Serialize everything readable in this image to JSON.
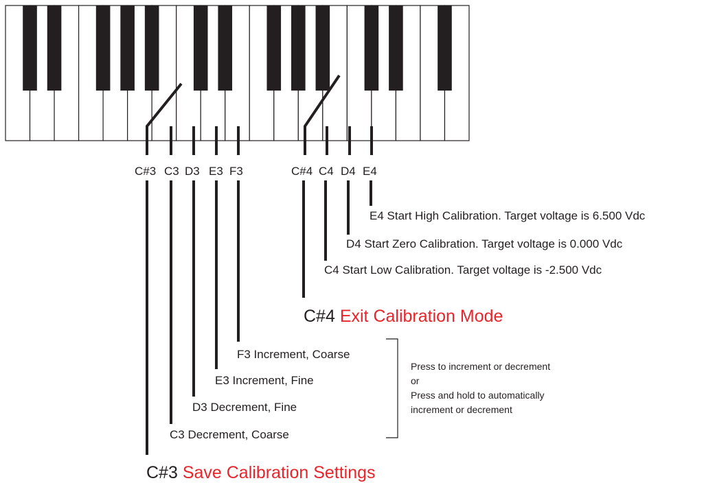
{
  "keyboard": {
    "white_key_count": 19,
    "black_key_pattern": [
      1,
      1,
      0,
      1,
      1,
      1,
      0,
      1,
      1,
      0,
      1,
      1,
      1,
      0,
      1,
      1,
      0,
      1
    ]
  },
  "key_labels": [
    "C#3",
    "C3",
    "D3",
    "E3",
    "F3",
    "C#4",
    "C4",
    "D4",
    "E4"
  ],
  "octave4": {
    "e4": "E4 Start High Calibration. Target voltage is 6.500 Vdc",
    "d4": "D4 Start Zero Calibration. Target voltage is 0.000 Vdc",
    "c4": "C4 Start Low Calibration. Target voltage is -2.500 Vdc",
    "exit_key": "C#4",
    "exit_text": "Exit Calibration Mode"
  },
  "octave3": {
    "f3": "F3 Increment, Coarse",
    "e3": "E3 Increment, Fine",
    "d3": "D3 Decrement, Fine",
    "c3": "C3 Decrement, Coarse",
    "save_key": "C#3",
    "save_text": "Save Calibration Settings"
  },
  "note": {
    "line1": "Press to increment or decrement",
    "line2": "or",
    "line3": "Press and hold to automatically",
    "line4": "increment or decrement"
  },
  "colors": {
    "accent": "#e8252b",
    "ink": "#231f20"
  }
}
